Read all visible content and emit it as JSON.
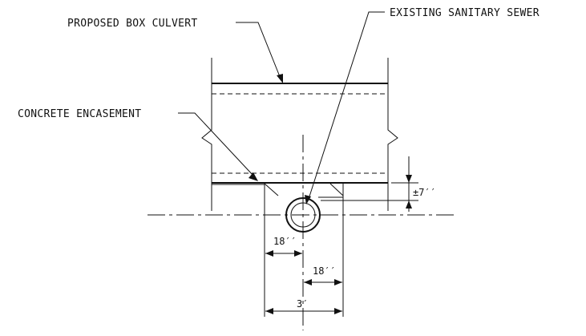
{
  "labels": {
    "proposed_box_culvert": "PROPOSED BOX CULVERT",
    "existing_sanitary_sewer": "EXISTING SANITARY SEWER",
    "concrete_encasement": "CONCRETE ENCASEMENT"
  },
  "dimensions": {
    "vertical_offset": "±7′′",
    "left_half_width": "18′′",
    "right_half_width": "18′′",
    "total_width": "3′"
  },
  "colors": {
    "line": "#111111",
    "background": "#ffffff"
  }
}
